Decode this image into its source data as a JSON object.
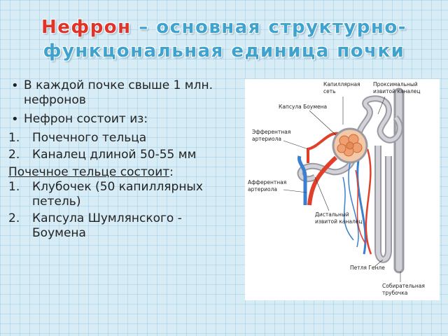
{
  "slide": {
    "title_highlight": "Нефрон",
    "title_rest": " – основная структурно-",
    "title_line2": "функцональная единица почки",
    "bullets": [
      "В каждой почке свыше 1 млн. нефронов",
      "Нефрон состоит из:"
    ],
    "list1": [
      {
        "num": "1.",
        "text": "Почечного тельца"
      },
      {
        "num": "2.",
        "text": "Каналец длиной 50-55 мм"
      }
    ],
    "subheading": "Почечное тельце состоит",
    "subheading_suffix": ":",
    "list2": [
      {
        "num": "1.",
        "text": "Клубочек (50 капиллярных петель)"
      },
      {
        "num": "2.",
        "text": "Капсула Шумлянского - Боумена"
      }
    ]
  },
  "figure": {
    "labels": {
      "capillary_net_1": "Капиллярная",
      "capillary_net_2": "сеть",
      "proximal_1": "Проксимальный",
      "proximal_2": "извитой каналец",
      "bowman": "Капсула Боумена",
      "efferent_1": "Эфферентная",
      "efferent_2": "артериола",
      "afferent_1": "Афферентная",
      "afferent_2": "артериола",
      "distal_1": "Дистальный",
      "distal_2": "извитой каналец",
      "henle": "Петля Генле",
      "collecting_1": "Собирательная",
      "collecting_2": "трубочка"
    },
    "colors": {
      "artery": "#e0402a",
      "vein": "#3a7fd0",
      "tubule": "#b4b4bc",
      "glomerulus": "#f0a070"
    }
  }
}
